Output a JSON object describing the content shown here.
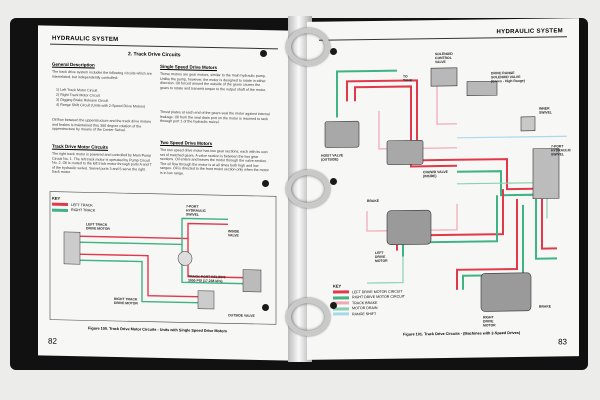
{
  "left_page": {
    "header": "HYDRAULIC SYSTEM",
    "section_title": "2. Track Drive Circuits",
    "col1": {
      "heading": "General Description",
      "intro": "The track drive system includes the following circuits which are interrelated, but independently controlled:",
      "items": [
        "1)  Left Track Motor Circuit",
        "2)  Right Track Motor Circuit",
        "3)  Digging Brake Release Circuit",
        "4)  Range Shift Circuit (Units with 2-Speed Drive Motors)"
      ],
      "para2": "Oil flow between the upperstructure and the track drive motors and brakes is maintained thru 360 degree rotation of the upperstructure by means of the Center Swivel.",
      "heading2": "Track Drive Motor Circuits",
      "para3": "The right track motor is powered and controlled by Main Pump Circuit No. 1. The left track motor is operated by Pump Circuit No. 2. Oil is routed to the left track motor through ports A and T of the hydraulic swivel. Swivel ports 3 and 5 serve the right track motor."
    },
    "col2": {
      "heading": "Single Speed Drive Motors",
      "para1": "These motors are gear motors, similar to the main hydraulic pump. Unlike the pump, however, the motor is designed to rotate in either direction. Oil forced around the outside of the gears causes the gears to rotate and transmit torque to the output shaft of the motor.",
      "para2": "Thrust plates at each end of the gears seal the motor against internal leakage. Oil from the seal drain port on the motor is returned to tank through port 1 of the hydraulic swivel.",
      "heading2": "Two Speed Drive Motors",
      "para3": "The two speed drive motor has two gear sections, each with its own set of matched gears. A valve section is between the two gear sections. Oil enters and leaves the motor through the valve section. The oil flow through the motor is at all times both high and low ranges. Oil is directed to the front motor section only when the motor is in low range."
    },
    "key": {
      "title": "KEY",
      "items": [
        {
          "label": "LEFT TRACK",
          "color": "#e0394a"
        },
        {
          "label": "RIGHT TRACK",
          "color": "#3fb383"
        }
      ]
    },
    "labels": {
      "left_motor": "LEFT TRACK\nDRIVE MOTOR",
      "swivel": "7-PORT\nHYDRAULIC\nSWIVEL",
      "inside_valve": "INSIDE\nVALVE",
      "relief": "TRACK PORT RELIEFS\n3000 PSI (17.238 kPa)",
      "right_motor": "RIGHT TRACK\nDRIVE MOTOR",
      "outside_valve": "OUTSIDE VALVE"
    },
    "caption": "Figure 100. Track Drive Motor Circuits - Units with Single Speed Drive Motors",
    "page_number": "82"
  },
  "right_page": {
    "header": "HYDRAULIC SYSTEM",
    "labels": {
      "to_tank": "TO\nTANK",
      "solenoid_valve": "SOLENOID\nCONTROL\nVALVE",
      "drive_range": "DRIVE RANGE\nSOLENOID VALVE\n(Green - High Range)",
      "inner_swivel": "INNER\nSWIVEL",
      "hoist_valve": "HOIST VALVE\n(OUTSIDE)",
      "crowd_valve": "CROWD VALVE\n(INSIDE)",
      "seven_port": "7-PORT\nHYDRAULIC\nSWIVEL",
      "brake_top": "BRAKE",
      "left_motor": "LEFT\nDRIVE\nMOTOR",
      "right_motor": "RIGHT\nDRIVE\nMOTOR",
      "brake_bottom": "BRAKE"
    },
    "key": {
      "title": "KEY",
      "items": [
        {
          "label": "LEFT DRIVE MOTOR CIRCUIT",
          "color": "#e0394a"
        },
        {
          "label": "RIGHT DRIVE MOTOR CIRCUIT",
          "color": "#3fb383"
        },
        {
          "label": "TRACK BRAKE",
          "color": "#f2a7b5"
        },
        {
          "label": "MOTOR DRAIN",
          "color": "#8ad1b1"
        },
        {
          "label": "RANGE SHIFT",
          "color": "#a9d8ee"
        }
      ]
    },
    "caption": "Figure 101. Track Drive Circuits - (Machines with 2-Speed Drives)",
    "page_number": "83"
  }
}
